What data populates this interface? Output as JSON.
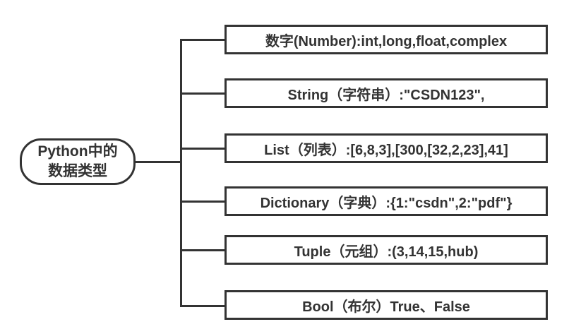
{
  "diagram": {
    "title": "Python data types mind map",
    "colors": {
      "line": "#333333",
      "text": "#333333",
      "background": "#ffffff"
    },
    "root": {
      "label_line1": "Python中的",
      "label_line2": "数据类型"
    },
    "branches": [
      {
        "label": "数字(Number):int,long,float,complex"
      },
      {
        "label": "String（字符串）:\"CSDN123\","
      },
      {
        "label": "List（列表）:[6,8,3],[300,[32,2,23],41]"
      },
      {
        "label": "Dictionary（字典）:{1:\"csdn\",2:\"pdf\"}"
      },
      {
        "label": "Tuple（元组）:(3,14,15,hub)"
      },
      {
        "label": "Bool（布尔）True、False"
      }
    ]
  }
}
